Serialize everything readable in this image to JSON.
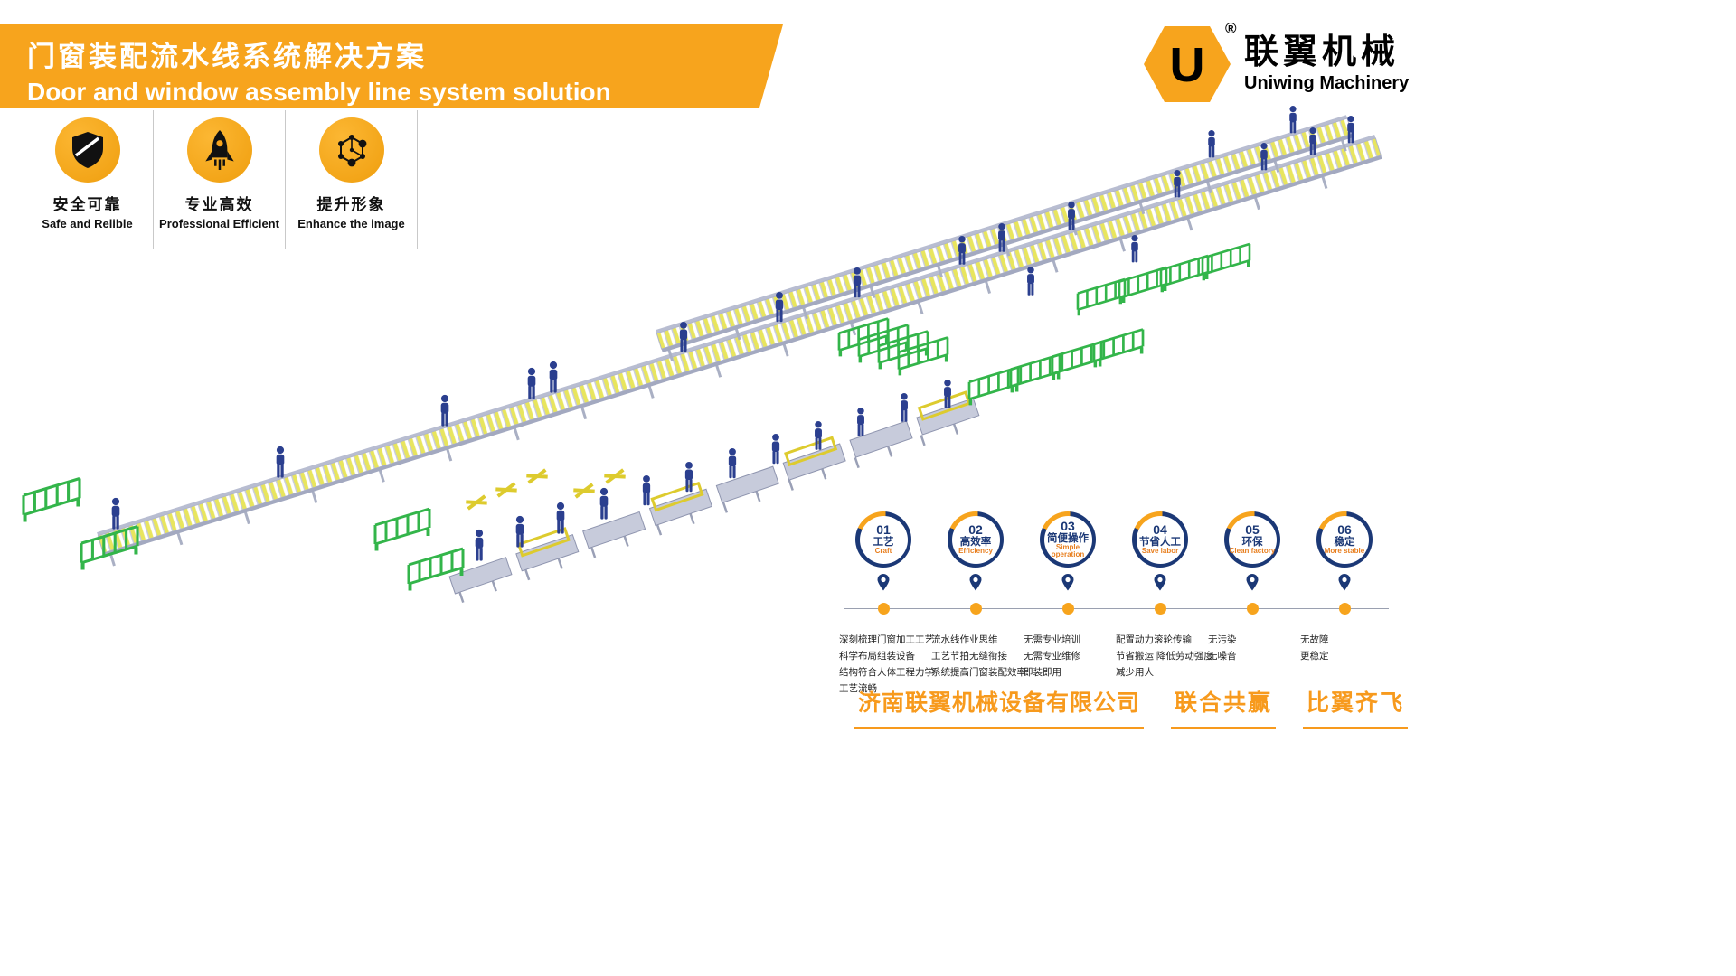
{
  "header": {
    "title_zh": "门窗装配流水线系统解决方案",
    "title_en": "Door and window assembly line system solution"
  },
  "logo": {
    "symbol": "U",
    "reg": "®",
    "name_zh": "联翼机械",
    "name_en": "Uniwing Machinery"
  },
  "badges": [
    {
      "icon": "shield-icon",
      "zh": "安全可靠",
      "en": "Safe and Relible"
    },
    {
      "icon": "rocket-icon",
      "zh": "专业高效",
      "en": "Professional Efficient"
    },
    {
      "icon": "molecule-icon",
      "zh": "提升形象",
      "en": "Enhance the image"
    }
  ],
  "features": [
    {
      "num": "01",
      "zh": "工艺",
      "en": "Craft",
      "desc": [
        "深刻梳理门窗加工工艺",
        "科学布局组装设备",
        "结构符合人体工程力学",
        "工艺流畅"
      ]
    },
    {
      "num": "02",
      "zh": "高效率",
      "en": "Efficiency",
      "desc": [
        "流水线作业思维",
        "工艺节拍无缝衔接",
        "系统提高门窗装配效率"
      ]
    },
    {
      "num": "03",
      "zh": "简便操作",
      "en": "Simple operation",
      "desc": [
        "无需专业培训",
        "无需专业维修",
        "即装即用"
      ]
    },
    {
      "num": "04",
      "zh": "节省人工",
      "en": "Save labor",
      "desc": [
        "配置动力滚轮传输",
        "节省搬运 降低劳动强度",
        "减少用人"
      ]
    },
    {
      "num": "05",
      "zh": "环保",
      "en": "Clean factory",
      "desc": [
        "无污染",
        "无噪音"
      ]
    },
    {
      "num": "06",
      "zh": "稳定",
      "en": "More stable",
      "desc": [
        "无故障",
        "更稳定"
      ]
    }
  ],
  "footer": {
    "company": "济南联翼机械设备有限公司",
    "slogan_1": "联合共赢",
    "slogan_2": "比翼齐飞"
  },
  "colors": {
    "brand_orange": "#F7A41D",
    "navy": "#1B3876",
    "worker_blue": "#2B3F8F",
    "rack_green": "#33B54A",
    "roller_yellow": "#E8E55E"
  }
}
